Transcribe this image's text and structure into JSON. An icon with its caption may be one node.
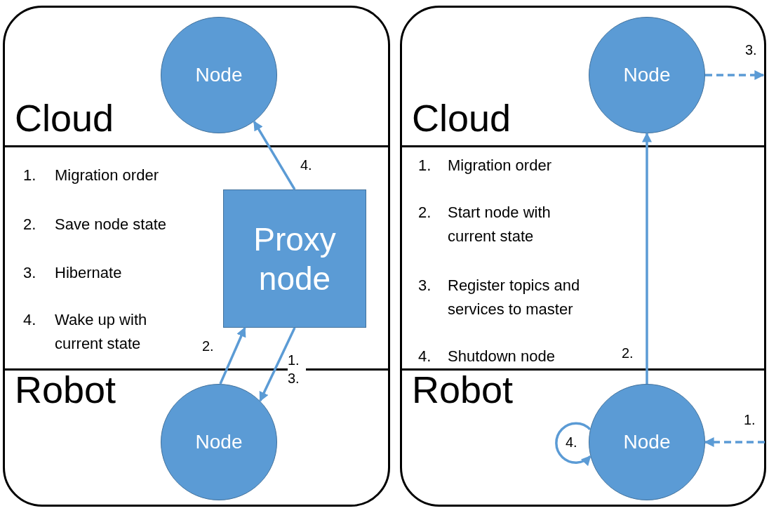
{
  "diagram": {
    "nodes": [
      {
        "text": [],
        "shape": "box"
      },
      {
        "text": [
          "Cloud"
        ],
        "in": 0
      },
      {
        "text": [
          "Robot"
        ],
        "in": 0
      },
      {
        "text": [
          "Node"
        ],
        "in": 1
      },
      {
        "text": [
          "Proxy node"
        ],
        "in": 0
      },
      {
        "text": [
          "Node"
        ],
        "in": 2
      },
      {
        "text": [],
        "shape": "box"
      },
      {
        "text": [
          "Cloud"
        ],
        "in": 6
      },
      {
        "text": [
          "Robot"
        ],
        "in": 6
      },
      {
        "text": [
          "Node"
        ],
        "in": 7
      },
      {
        "text": [
          "Node"
        ],
        "in": 8
      }
    ],
    "edges": [
      {
        "from": 4,
        "to": 3,
        "arrow": "to",
        "label": "4."
      },
      {
        "from": 5,
        "to": 4,
        "arrow": "to",
        "label": "2."
      },
      {
        "from": 4,
        "to": 5,
        "arrow": "to",
        "label": "1. 3."
      },
      {
        "from": 10,
        "to": 9,
        "arrow": "to",
        "label": "2."
      },
      {
        "from": 9,
        "to": null,
        "arrow": "to",
        "label": "3.",
        "style": "dashed"
      },
      {
        "from": null,
        "to": 10,
        "arrow": "to",
        "label": "1.",
        "style": "dashed"
      },
      {
        "from": 10,
        "to": 10,
        "arrow": "to",
        "label": "4."
      }
    ],
    "labels": [
      "1.",
      "Migration order",
      "2.",
      "Save node state",
      "3.",
      "Hibernate",
      "4.",
      "Wake up with current state",
      "1.",
      "Migration order",
      "2.",
      "Start node with current state",
      "3.",
      "Register topics and services to master",
      "4.",
      "Shutdown node"
    ]
  }
}
